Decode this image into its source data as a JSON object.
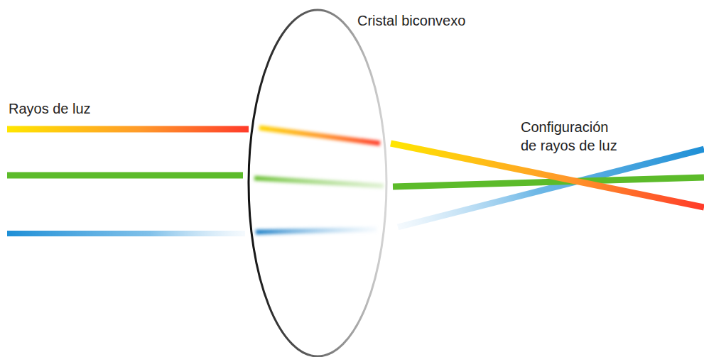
{
  "diagram": {
    "labels": [
      "Cristal biconvexo",
      "Rayos de luz",
      "Configuración de rayos de luz"
    ]
  }
}
